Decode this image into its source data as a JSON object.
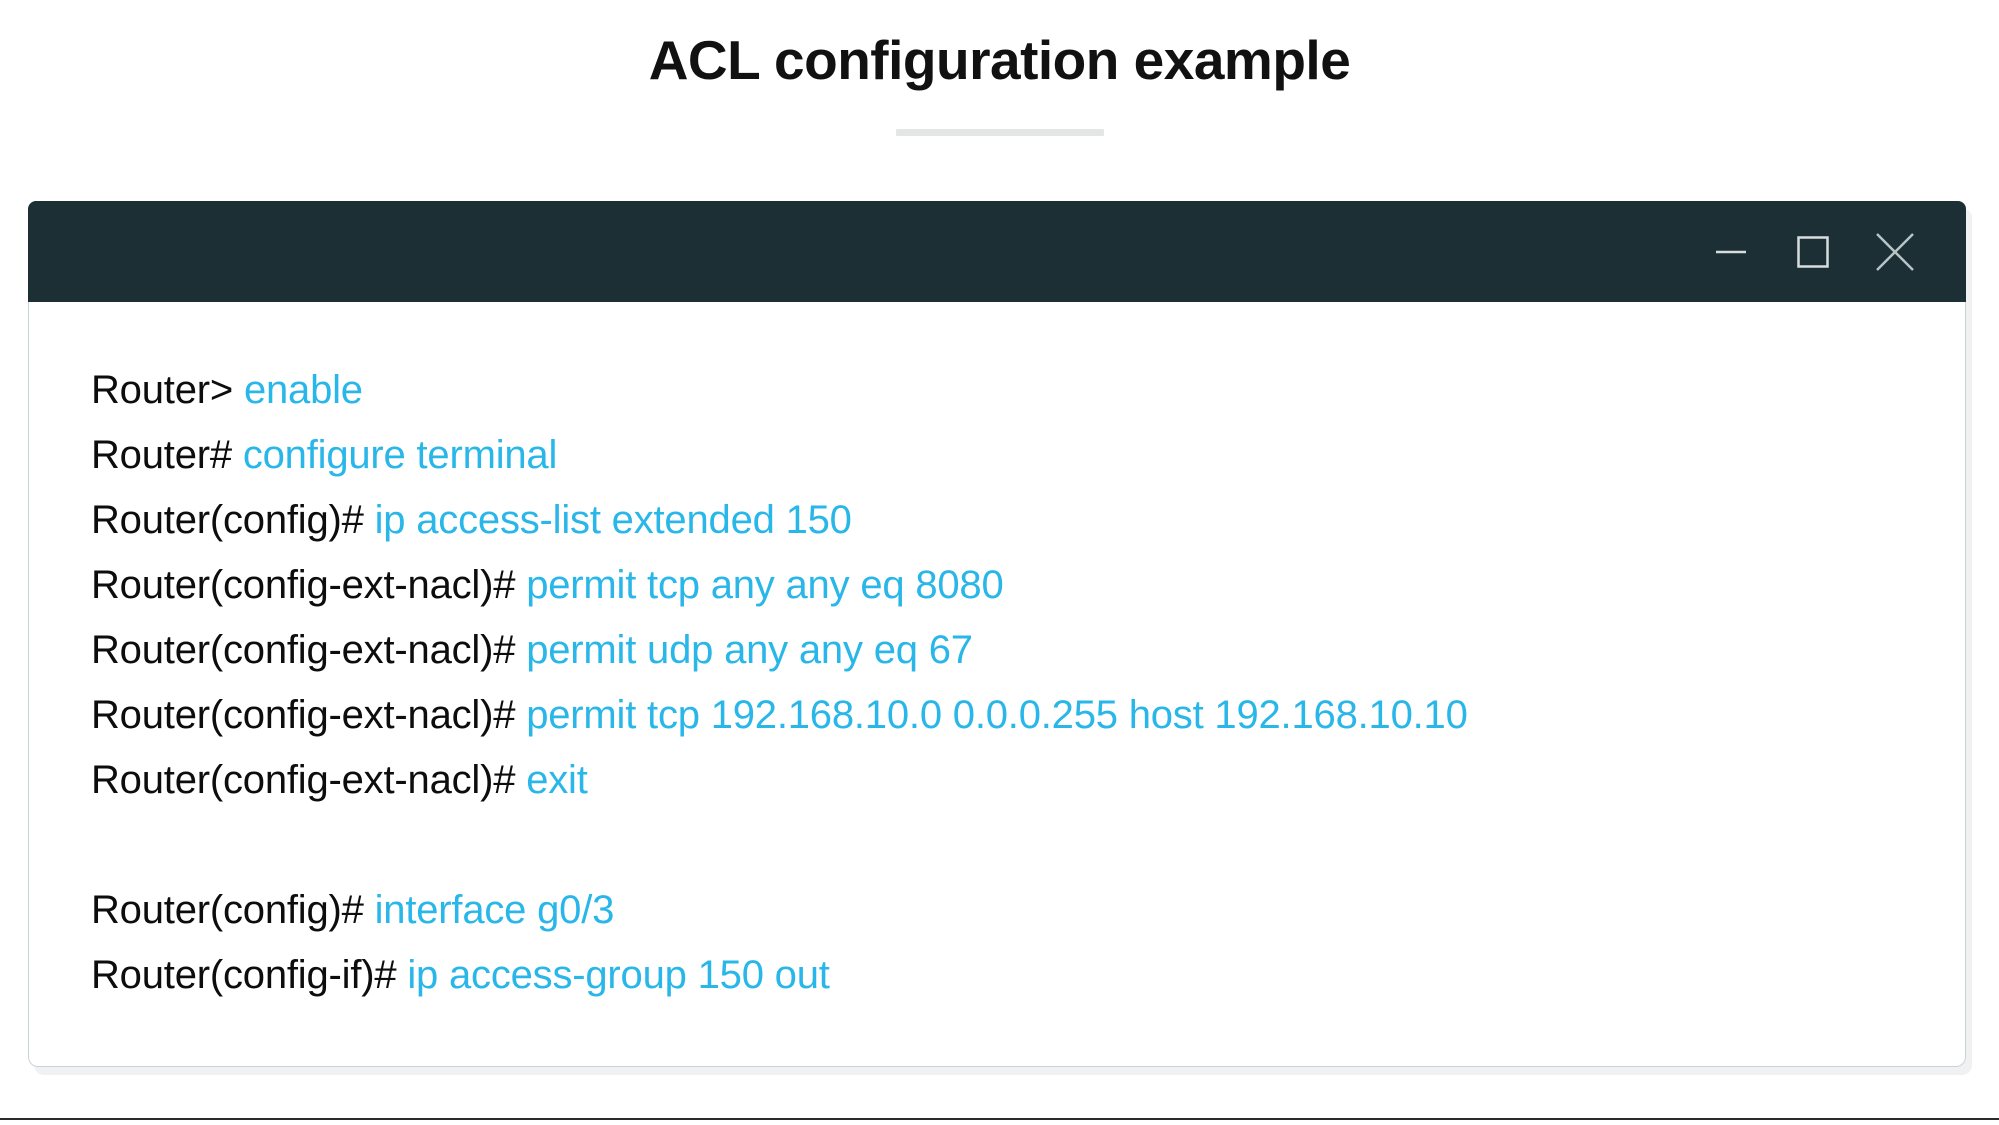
{
  "page": {
    "title": "ACL configuration example",
    "has_divider": true,
    "background_color": "#ffffff"
  },
  "colors": {
    "title_bar": "#1b2f35",
    "command_text": "#29b6e8",
    "prompt_text": "#0d0d0d",
    "divider": "#e4e6e6",
    "window_border": "#c9d2d4",
    "window_shadow": "#f0f1f2",
    "bottom_rule": "#2a2a2a"
  },
  "window": {
    "controls": [
      {
        "name": "minimize",
        "icon": "minimize-icon",
        "label": "Minimize"
      },
      {
        "name": "maximize",
        "icon": "maximize-icon",
        "label": "Maximize"
      },
      {
        "name": "close",
        "icon": "close-icon",
        "label": "Close"
      }
    ]
  },
  "terminal": {
    "lines": [
      {
        "prompt": "Router> ",
        "command": "enable"
      },
      {
        "prompt": "Router# ",
        "command": "configure terminal"
      },
      {
        "prompt": "Router(config)# ",
        "command": "ip access-list extended 150"
      },
      {
        "prompt": "Router(config-ext-nacl)# ",
        "command": "permit tcp any any eq 8080"
      },
      {
        "prompt": "Router(config-ext-nacl)# ",
        "command": "permit udp any any eq 67"
      },
      {
        "prompt": "Router(config-ext-nacl)# ",
        "command": "permit tcp 192.168.10.0 0.0.0.255 host 192.168.10.10"
      },
      {
        "prompt": "Router(config-ext-nacl)# ",
        "command": "exit"
      },
      {
        "prompt": "",
        "command": ""
      },
      {
        "prompt": "Router(config)# ",
        "command": "interface g0/3"
      },
      {
        "prompt": "Router(config-if)# ",
        "command": "ip access-group 150 out"
      }
    ]
  }
}
